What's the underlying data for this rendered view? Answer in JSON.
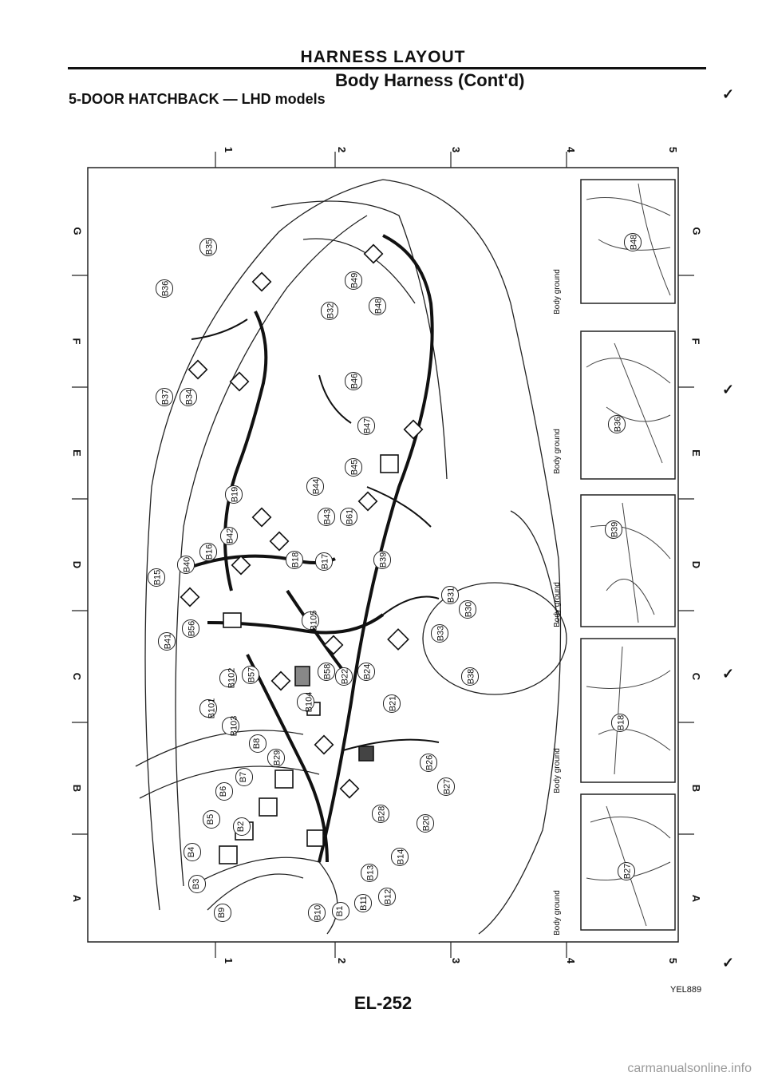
{
  "header": {
    "title": "HARNESS LAYOUT",
    "subtitle": "Body Harness (Cont'd)",
    "section": "5-DOOR HATCHBACK — LHD models"
  },
  "grid": {
    "cols": [
      "1",
      "2",
      "3",
      "4",
      "5"
    ],
    "rows": [
      "G",
      "F",
      "E",
      "D",
      "C",
      "B",
      "A"
    ]
  },
  "connectors": [
    "B35",
    "B49",
    "B36",
    "B48",
    "B32",
    "B46",
    "B37",
    "B34",
    "B47",
    "B45",
    "B19",
    "B44",
    "B43",
    "B61",
    "B42",
    "B16",
    "B40",
    "B15",
    "B39",
    "B18",
    "B17",
    "B31",
    "B30",
    "B33",
    "B105",
    "B56",
    "B41",
    "B58",
    "B38",
    "B24",
    "B22",
    "B57",
    "B102",
    "B101",
    "B103",
    "B104",
    "B21",
    "B26",
    "B27",
    "B8",
    "B29",
    "B7",
    "B6",
    "B20",
    "B28",
    "B5",
    "B2",
    "B4",
    "B14",
    "B13",
    "B3",
    "B12",
    "B9",
    "B10",
    "B1",
    "B11"
  ],
  "insets": [
    {
      "label": "B48",
      "ground": "Body ground"
    },
    {
      "label": "B36",
      "ground": "Body ground"
    },
    {
      "label": "B39",
      "ground": "Body ground"
    },
    {
      "label": "B18",
      "ground": "Body ground"
    },
    {
      "label": "B27",
      "ground": "Body ground"
    }
  ],
  "footer": {
    "page": "EL-252",
    "code": "YEL889"
  },
  "watermark": "carmanualsonline.info"
}
